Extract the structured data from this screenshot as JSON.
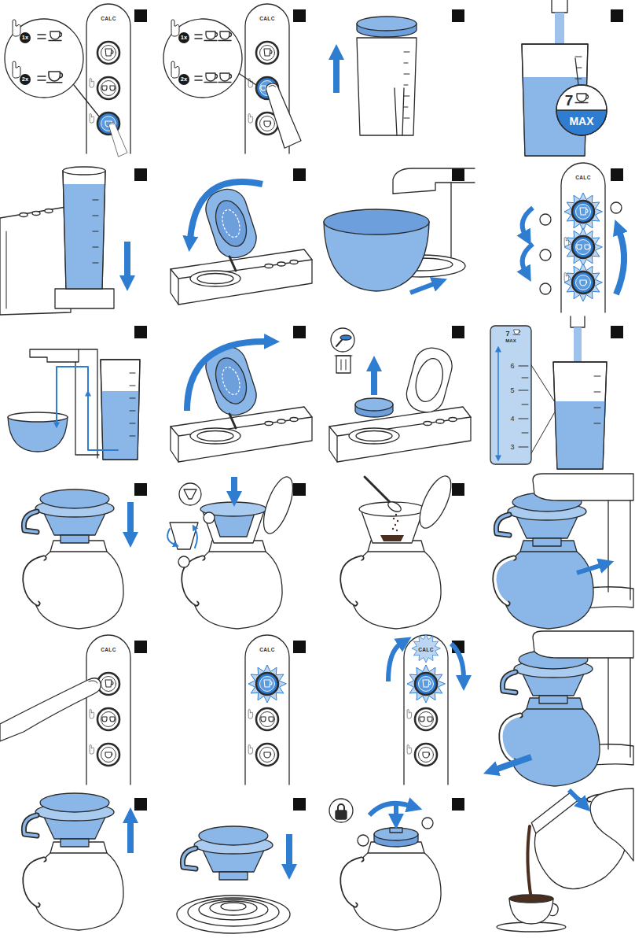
{
  "diagram": {
    "labels": [
      "1x",
      "2x",
      "CALC",
      "1x",
      "2x",
      "CALC",
      "7",
      "MAX",
      "CALC",
      "7",
      "MAX",
      "6",
      "5",
      "4",
      "3",
      "CALC",
      "CALC",
      "CALC"
    ]
  }
}
